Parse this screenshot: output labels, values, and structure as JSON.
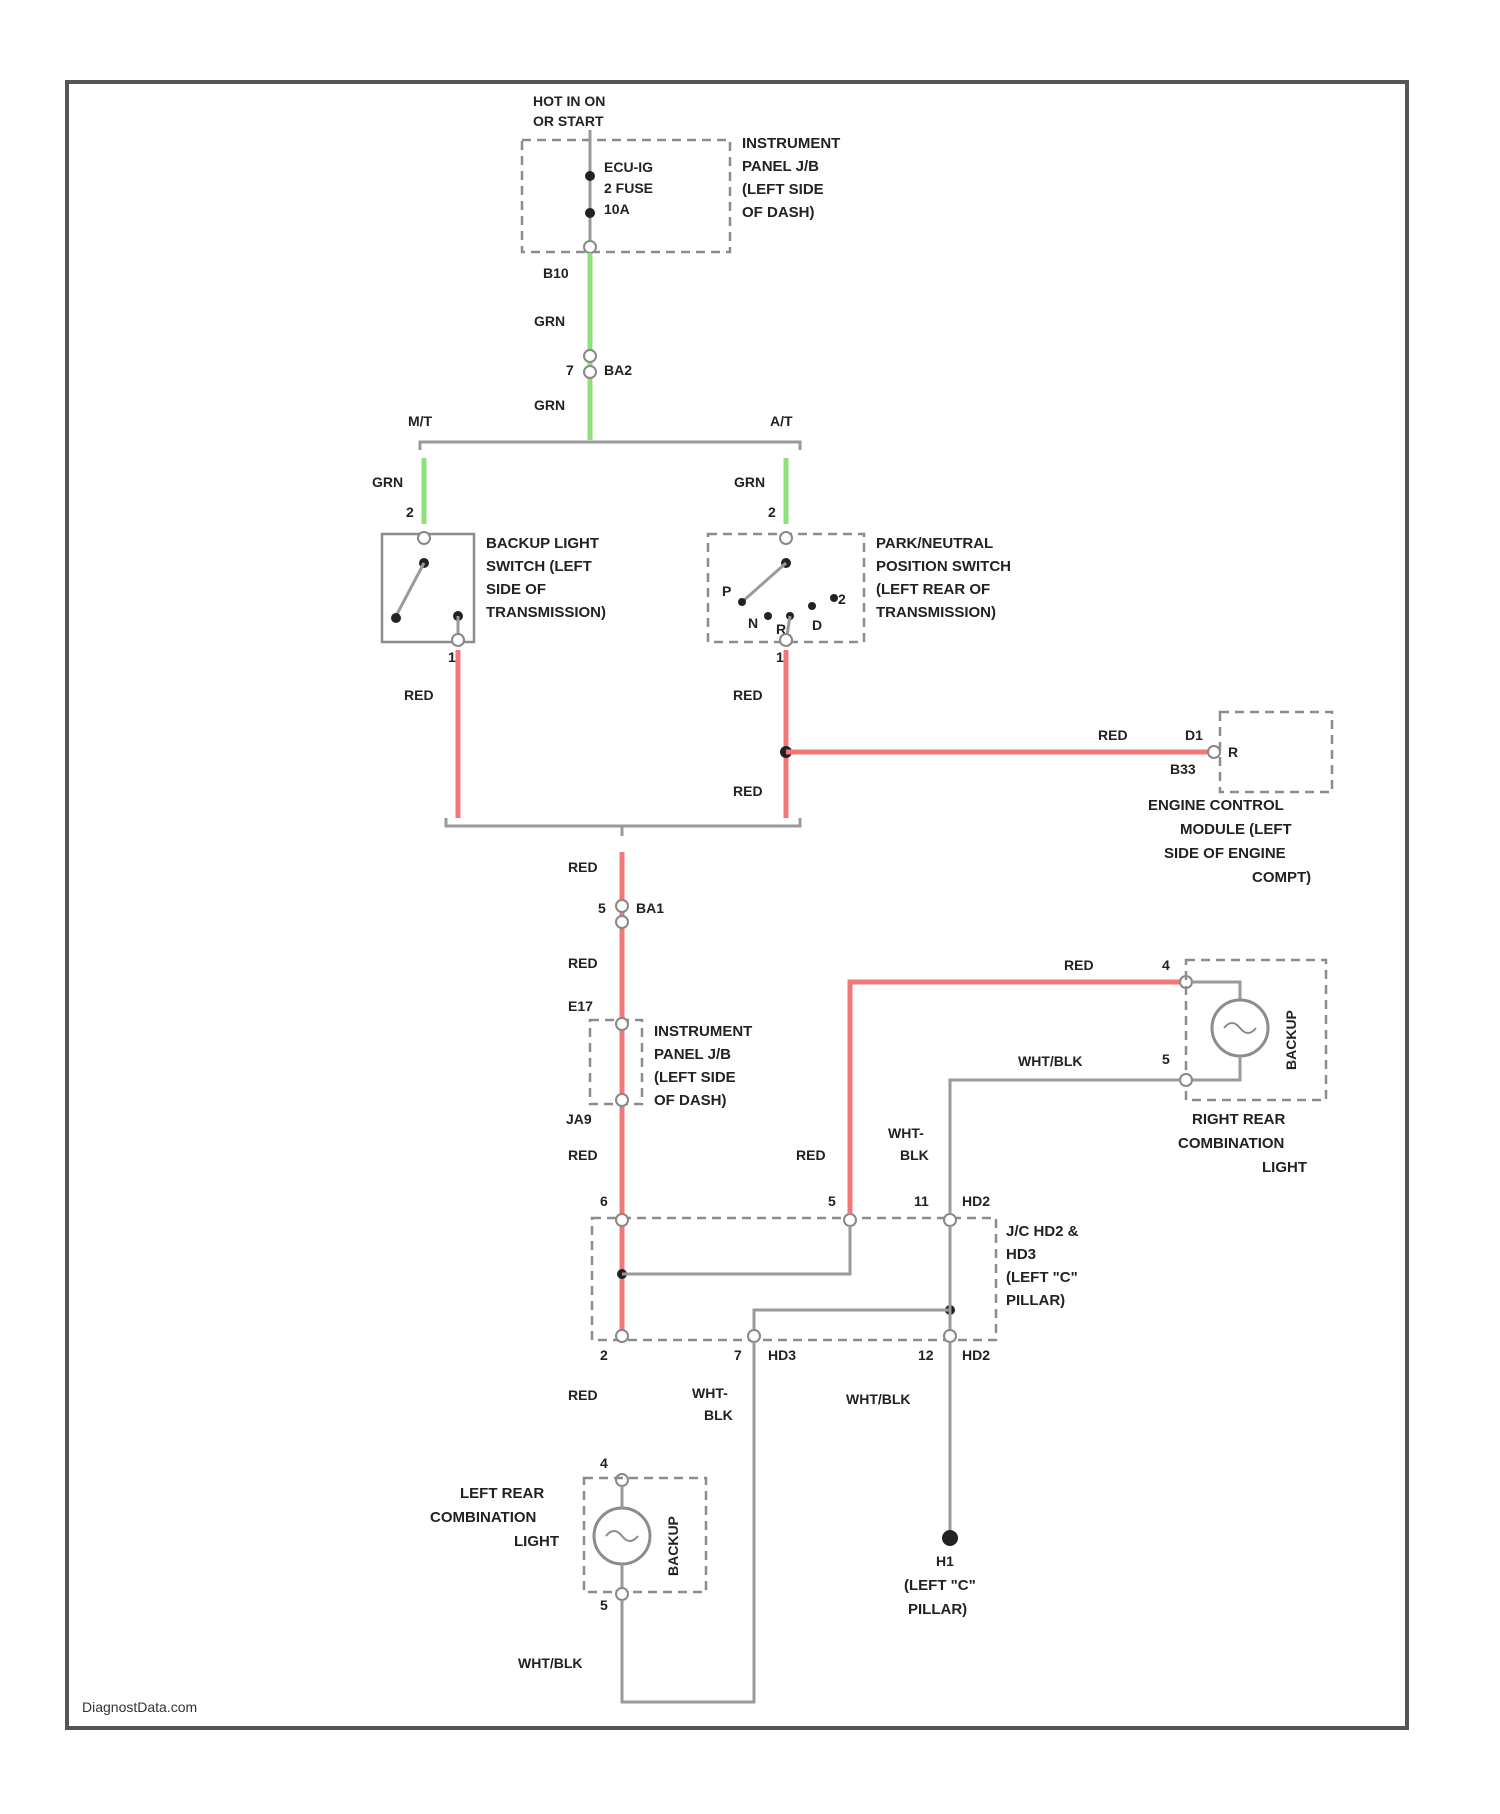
{
  "watermark": "DiagnostData.com",
  "power": {
    "source_top": "HOT IN ON",
    "source_bottom": "OR START"
  },
  "fuse": {
    "line1": "ECU-IG",
    "line2": "2 FUSE",
    "line3": "10A"
  },
  "jb_top": {
    "line1": "INSTRUMENT",
    "line2": "PANEL J/B",
    "line3": "(LEFT SIDE",
    "line4": "OF DASH)"
  },
  "connectors": {
    "b10": "B10",
    "ba2_pin": "7",
    "ba2": "BA2",
    "ba1_pin": "5",
    "ba1": "BA1",
    "e17": "E17",
    "ja9": "JA9",
    "hd2_pin9": "6",
    "hd2_pin5": "5",
    "hd2_pin11": "11",
    "hd2_top": "HD2",
    "hd2_pin2": "2",
    "hd2_pin7": "7",
    "hd3_b": "HD3",
    "hd2_pin12": "12",
    "hd2_b": "HD2",
    "ecm_pin": "D1",
    "ecm_conn": "B33",
    "right_pin4": "4",
    "right_pin5": "5",
    "left_pin4": "4",
    "left_pin5": "5",
    "bls_pin2": "2",
    "bls_pin1": "1",
    "pns_pin2": "2",
    "pns_pin1": "1"
  },
  "wires": {
    "grn": "GRN",
    "red": "RED",
    "whtblk": "WHT/BLK",
    "wht": "WHT-",
    "blk": "BLK"
  },
  "branches": {
    "mt": "M/T",
    "at": "A/T"
  },
  "backup_switch": {
    "line1": "BACKUP LIGHT",
    "line2": "SWITCH (LEFT",
    "line3": "SIDE OF",
    "line4": "TRANSMISSION)"
  },
  "pn_switch": {
    "line1": "PARK/NEUTRAL",
    "line2": "POSITION SWITCH",
    "line3": "(LEFT REAR OF",
    "line4": "TRANSMISSION)",
    "p": "P",
    "n": "N",
    "r": "R",
    "d": "D",
    "pos2": "2"
  },
  "ecm": {
    "line1": "ENGINE CONTROL",
    "line2": "MODULE (LEFT",
    "line3": "SIDE OF ENGINE",
    "line4": "COMPT)",
    "pin_label": "R"
  },
  "jb_mid": {
    "line1": "INSTRUMENT",
    "line2": "PANEL J/B",
    "line3": "(LEFT SIDE",
    "line4": "OF DASH)"
  },
  "hd_jc": {
    "line1": "J/C HD2 &",
    "line2": "HD3",
    "line3": "(LEFT \"C\"",
    "line4": "PILLAR)"
  },
  "right_lamp": {
    "line1": "RIGHT REAR",
    "line2": "COMBINATION",
    "line3": "LIGHT",
    "bulb": "BACKUP"
  },
  "left_lamp": {
    "line1": "LEFT REAR",
    "line2": "COMBINATION",
    "line3": "LIGHT",
    "bulb": "BACKUP"
  },
  "ground": {
    "id": "H1",
    "line1": "(LEFT \"C\"",
    "line2": "PILLAR)"
  },
  "colors": {
    "red": "#f07878",
    "green": "#8ee07a",
    "gray": "#9a9a9a"
  }
}
